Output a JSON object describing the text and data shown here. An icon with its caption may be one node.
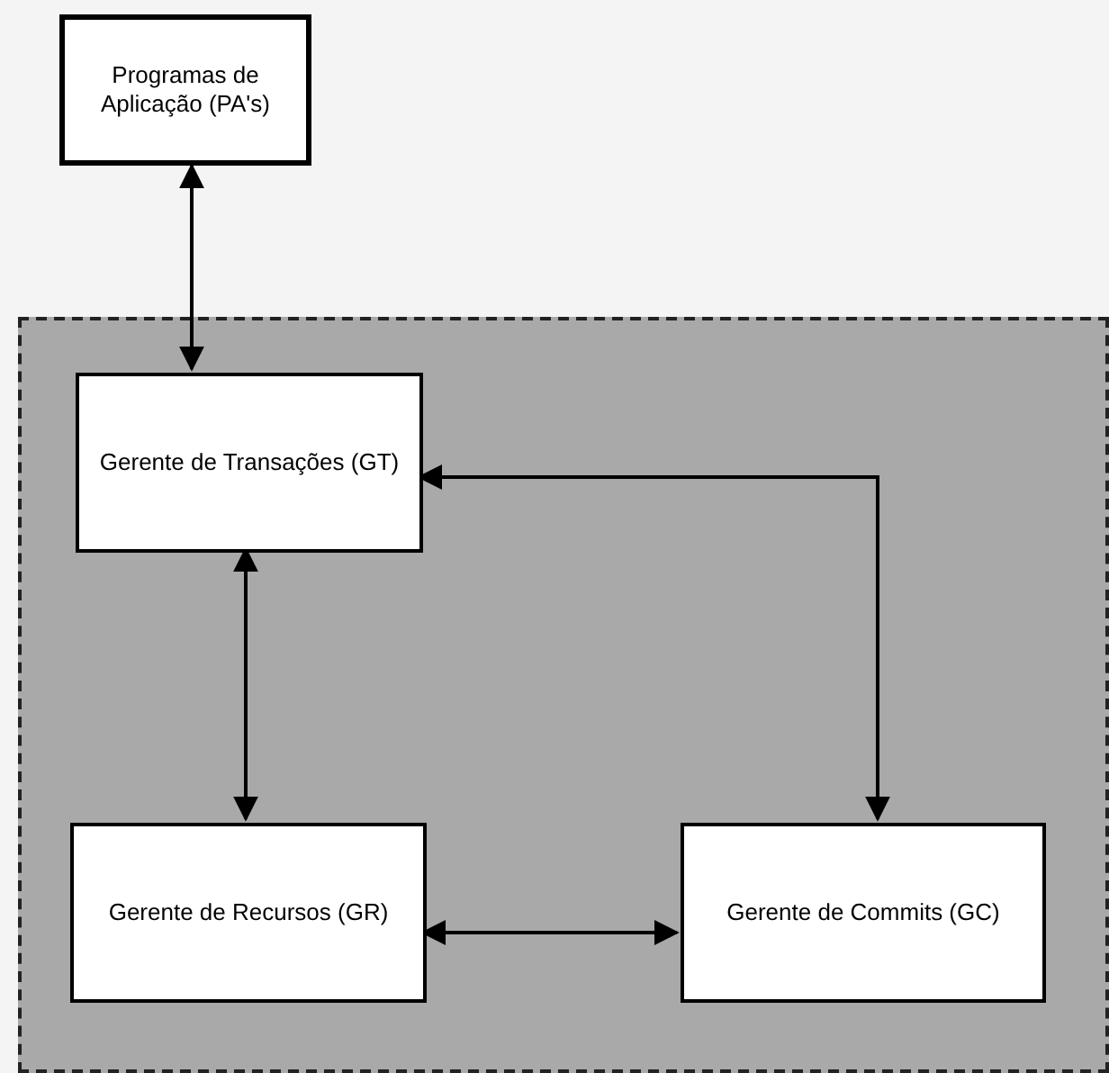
{
  "diagram": {
    "nodes": [
      {
        "text": [
          "Programas de Aplicação (PA's)"
        ]
      },
      {
        "text": [],
        "shape": "box"
      },
      {
        "text": [
          "Gerente de Transações (GT)"
        ],
        "in": 1
      },
      {
        "text": [
          "Gerente de Recursos (GR)"
        ],
        "in": 1
      },
      {
        "text": [
          "Gerente de Commits (GC)"
        ],
        "in": 1
      }
    ],
    "edges": [
      {
        "from": 0,
        "to": 2,
        "arrow": "both"
      },
      {
        "from": 2,
        "to": 3,
        "arrow": "both"
      },
      {
        "from": 2,
        "to": 4,
        "arrow": "both"
      },
      {
        "from": 3,
        "to": 4,
        "arrow": "both"
      }
    ]
  }
}
